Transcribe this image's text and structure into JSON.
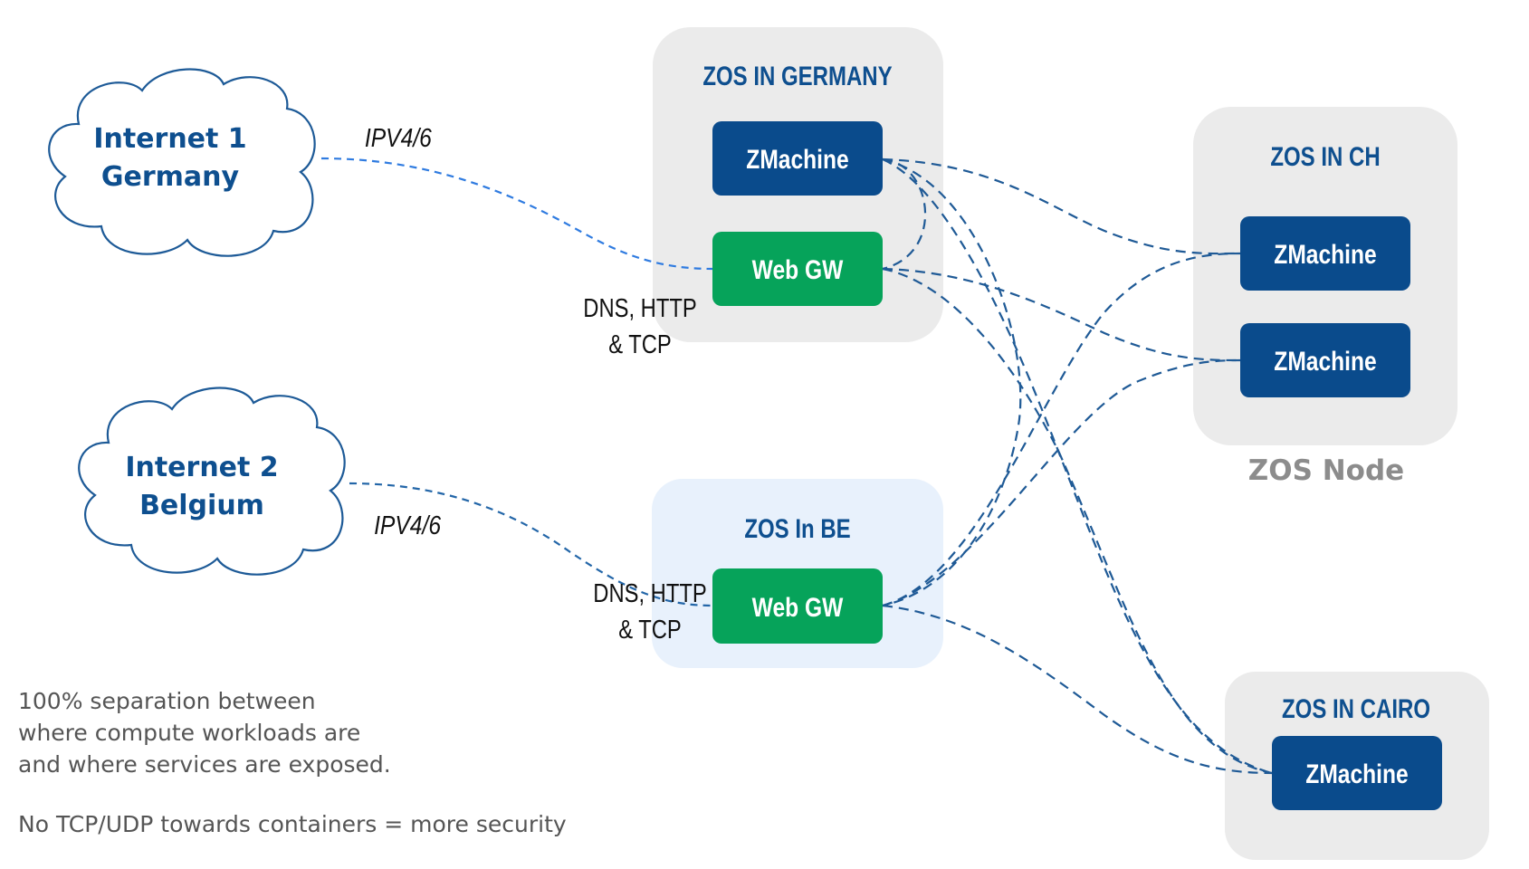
{
  "clouds": [
    {
      "id": "internet-1",
      "line1": "Internet 1",
      "line2": "Germany"
    },
    {
      "id": "internet-2",
      "line1": "Internet 2",
      "line2": "Belgium"
    }
  ],
  "links_labels": {
    "ipv_1": "IPV4/6",
    "ipv_2": "IPV4/6",
    "proto_1_line1": "DNS, HTTP",
    "proto_1_line2": "& TCP",
    "proto_2_line1": "DNS, HTTP",
    "proto_2_line2": "& TCP"
  },
  "nodes": {
    "germany": {
      "title": "ZOS IN GERMANY",
      "boxes": [
        {
          "type": "zmachine",
          "label": "ZMachine"
        },
        {
          "type": "webgw",
          "label": "Web GW"
        }
      ]
    },
    "belgium": {
      "title": "ZOS In BE",
      "boxes": [
        {
          "type": "webgw",
          "label": "Web GW"
        }
      ]
    },
    "switzerland": {
      "title": "ZOS IN CH",
      "boxes": [
        {
          "type": "zmachine",
          "label": "ZMachine"
        },
        {
          "type": "zmachine",
          "label": "ZMachine"
        }
      ],
      "caption": "ZOS Node"
    },
    "cairo": {
      "title": "ZOS IN CAIRO",
      "boxes": [
        {
          "type": "zmachine",
          "label": "ZMachine"
        }
      ]
    }
  },
  "connections": [
    {
      "from": "internet-1",
      "to": "germany.webgw"
    },
    {
      "from": "internet-2",
      "to": "belgium.webgw"
    },
    {
      "from": "germany.zmachine",
      "to": "germany.webgw"
    },
    {
      "from": "germany.zmachine",
      "to": "switzerland.zmachine-1"
    },
    {
      "from": "germany.zmachine",
      "to": "belgium.webgw"
    },
    {
      "from": "germany.webgw",
      "to": "switzerland.zmachine-2"
    },
    {
      "from": "germany.webgw",
      "to": "cairo.zmachine"
    },
    {
      "from": "belgium.webgw",
      "to": "switzerland.zmachine-1"
    },
    {
      "from": "belgium.webgw",
      "to": "switzerland.zmachine-2"
    },
    {
      "from": "belgium.webgw",
      "to": "cairo.zmachine"
    }
  ],
  "notes": {
    "paragraph1": [
      "100% separation between",
      "where compute workloads are",
      "and where services are exposed."
    ],
    "paragraph2": "No TCP/UDP towards containers = more security"
  },
  "colors": {
    "zmachine": "#0a4b8c",
    "webgw": "#06a35a",
    "node_bg": "#ebebeb",
    "node_bg_be": "#e8f1fc",
    "title_blue": "#0e4f8f",
    "link": "#1f5a96"
  }
}
